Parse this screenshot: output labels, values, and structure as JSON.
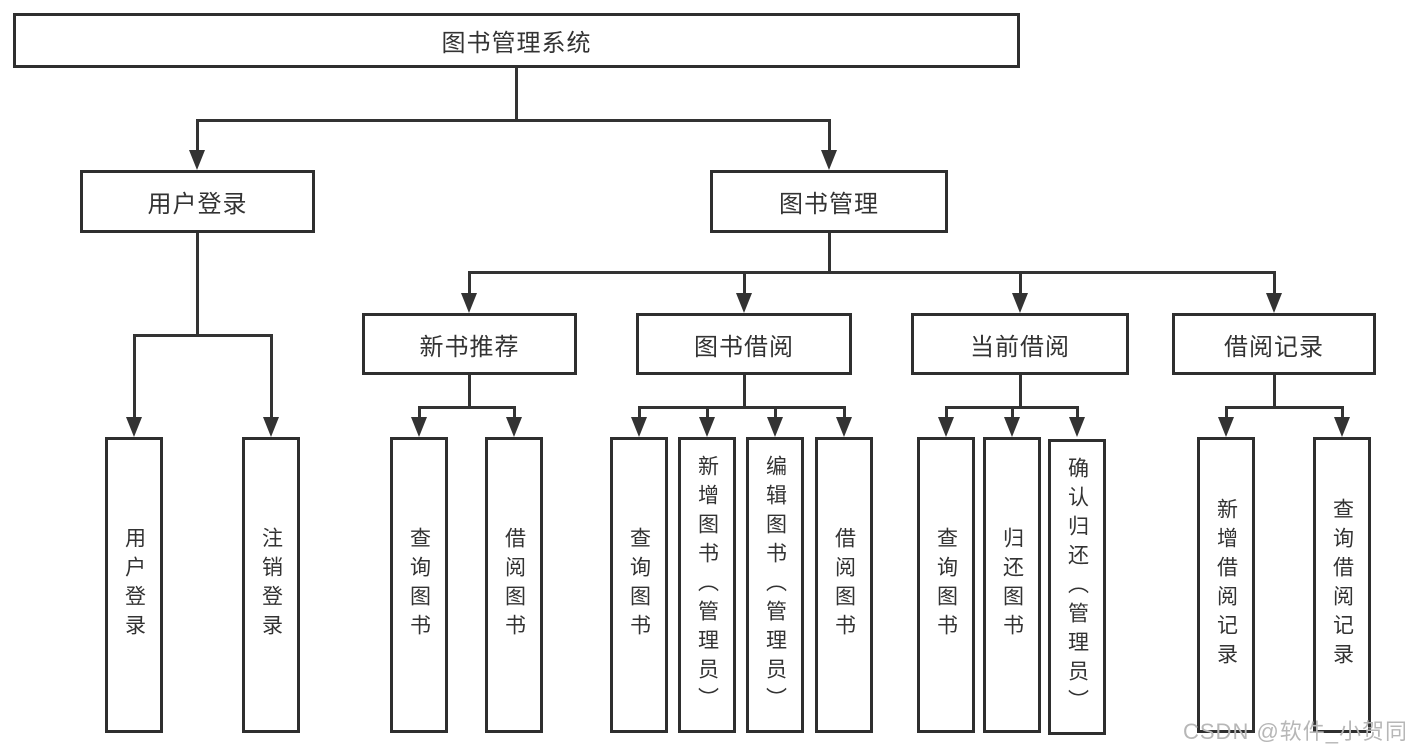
{
  "diagram": {
    "type": "hierarchy-org-chart",
    "watermark": "CSDN @软件_小贺同学",
    "colors": {
      "background": "#ffffff",
      "line": "#333333",
      "box_border": "#2f2f2f",
      "text": "#333333",
      "watermark": "#b7b7b7"
    },
    "tree": {
      "label": "图书管理系统",
      "children": [
        {
          "label": "用户登录",
          "children": [
            {
              "label": "用户登录"
            },
            {
              "label": "注销登录"
            }
          ]
        },
        {
          "label": "图书管理",
          "children": [
            {
              "label": "新书推荐",
              "children": [
                {
                  "label": "查询图书"
                },
                {
                  "label": "借阅图书"
                }
              ]
            },
            {
              "label": "图书借阅",
              "children": [
                {
                  "label": "查询图书"
                },
                {
                  "label": "新增图书（管理员）"
                },
                {
                  "label": "编辑图书（管理员）"
                },
                {
                  "label": "借阅图书"
                }
              ]
            },
            {
              "label": "当前借阅",
              "children": [
                {
                  "label": "查询图书"
                },
                {
                  "label": "归还图书"
                },
                {
                  "label": "确认归还（管理员）"
                }
              ]
            },
            {
              "label": "借阅记录",
              "children": [
                {
                  "label": "新增借阅记录"
                },
                {
                  "label": "查询借阅记录"
                }
              ]
            }
          ]
        }
      ]
    }
  }
}
